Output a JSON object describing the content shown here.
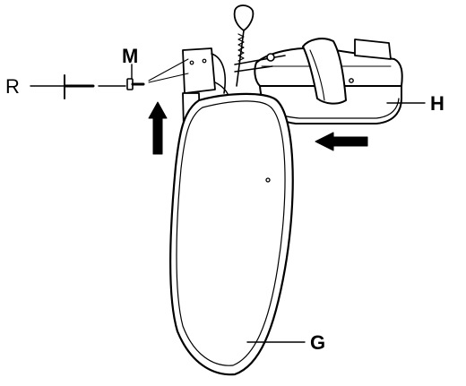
{
  "labels": {
    "r": "R",
    "m": "M",
    "h": "H",
    "g": "G"
  },
  "colors": {
    "line": "#000000",
    "background": "#ffffff",
    "cushion_fill": "#ffffff"
  }
}
